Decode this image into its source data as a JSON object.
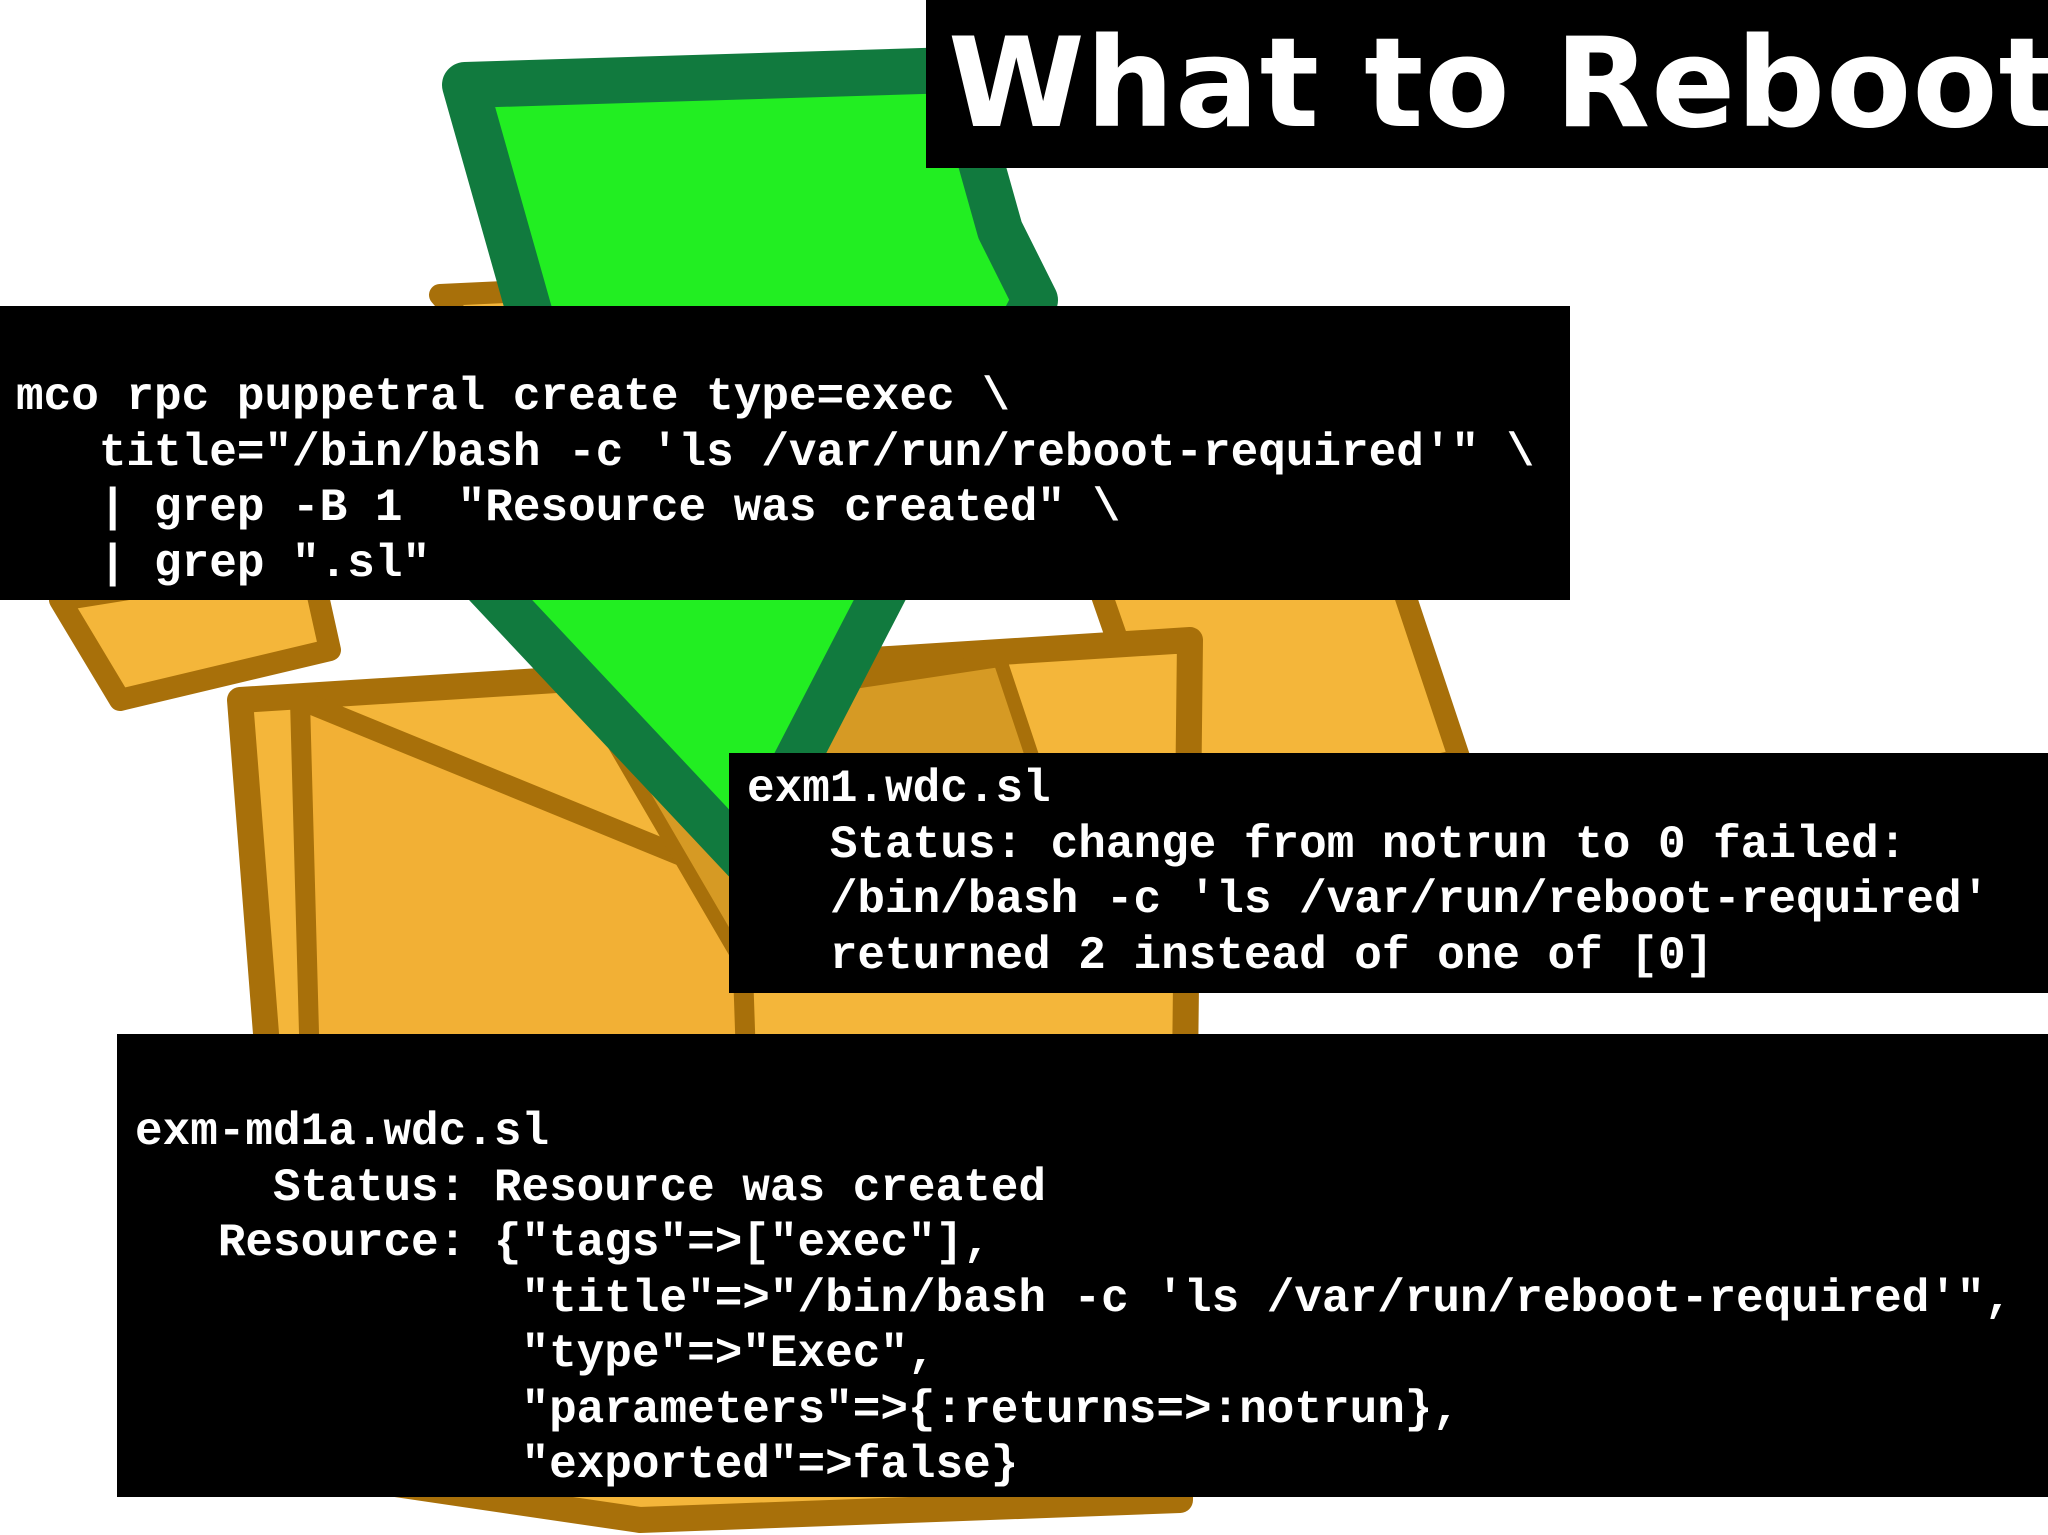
{
  "title": "What to Reboot",
  "command_block": {
    "lines": [
      "mco rpc puppetral create type=exec \\",
      "   title=\"/bin/bash -c 'ls /var/run/reboot-required'\" \\",
      "   | grep -B 1  \"Resource was created\" \\",
      "   | grep \".sl\""
    ]
  },
  "failed_block": {
    "lines": [
      "exm1.wdc.sl",
      "   Status: change from notrun to 0 failed:",
      "   /bin/bash -c 'ls /var/run/reboot-required'",
      "   returned 2 instead of one of [0]"
    ]
  },
  "created_block": {
    "lines": [
      "exm-md1a.wdc.sl",
      "     Status: Resource was created",
      "   Resource: {\"tags\"=>[\"exec\"],",
      "              \"title\"=>\"/bin/bash -c 'ls /var/run/reboot-required'\",",
      "              \"type\"=>\"Exec\",",
      "              \"parameters\"=>{:returns=>:notrun},",
      "              \"exported\"=>false}"
    ]
  },
  "artwork": {
    "icon": "package-box-with-download-arrow-icon",
    "colors": {
      "box_fill": "#f4b63a",
      "box_edge": "#a8700a",
      "box_shade": "#d69a24",
      "arrow_fill": "#22ee22",
      "arrow_edge": "#117a3e"
    }
  }
}
